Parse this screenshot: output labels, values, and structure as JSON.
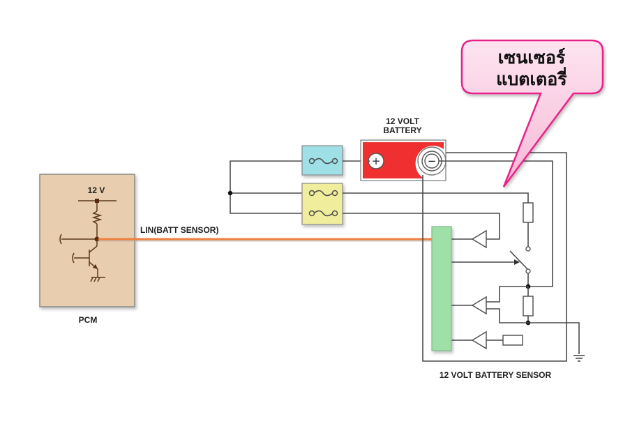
{
  "callout": {
    "line1": "เซนเซอร์",
    "line2": "แบตเตอรี่",
    "color": "#e8208a",
    "fill": "#fbd3e6"
  },
  "battery": {
    "label_line1": "12 VOLT",
    "label_line2": "BATTERY",
    "positive_symbol": "+",
    "negative_symbol": "−",
    "color": "#f03030"
  },
  "pcm": {
    "label": "PCM",
    "supply_label": "12 V",
    "color": "#e8cdae"
  },
  "lin": {
    "label": "LIN(BATT SENSOR)",
    "color": "#f08040"
  },
  "sensor": {
    "label": "12 VOLT BATTERY SENSOR",
    "ic_color": "#9ee0a8"
  },
  "fuses": {
    "single_color": "#9ee0e6",
    "double_color": "#f0ee9c"
  }
}
